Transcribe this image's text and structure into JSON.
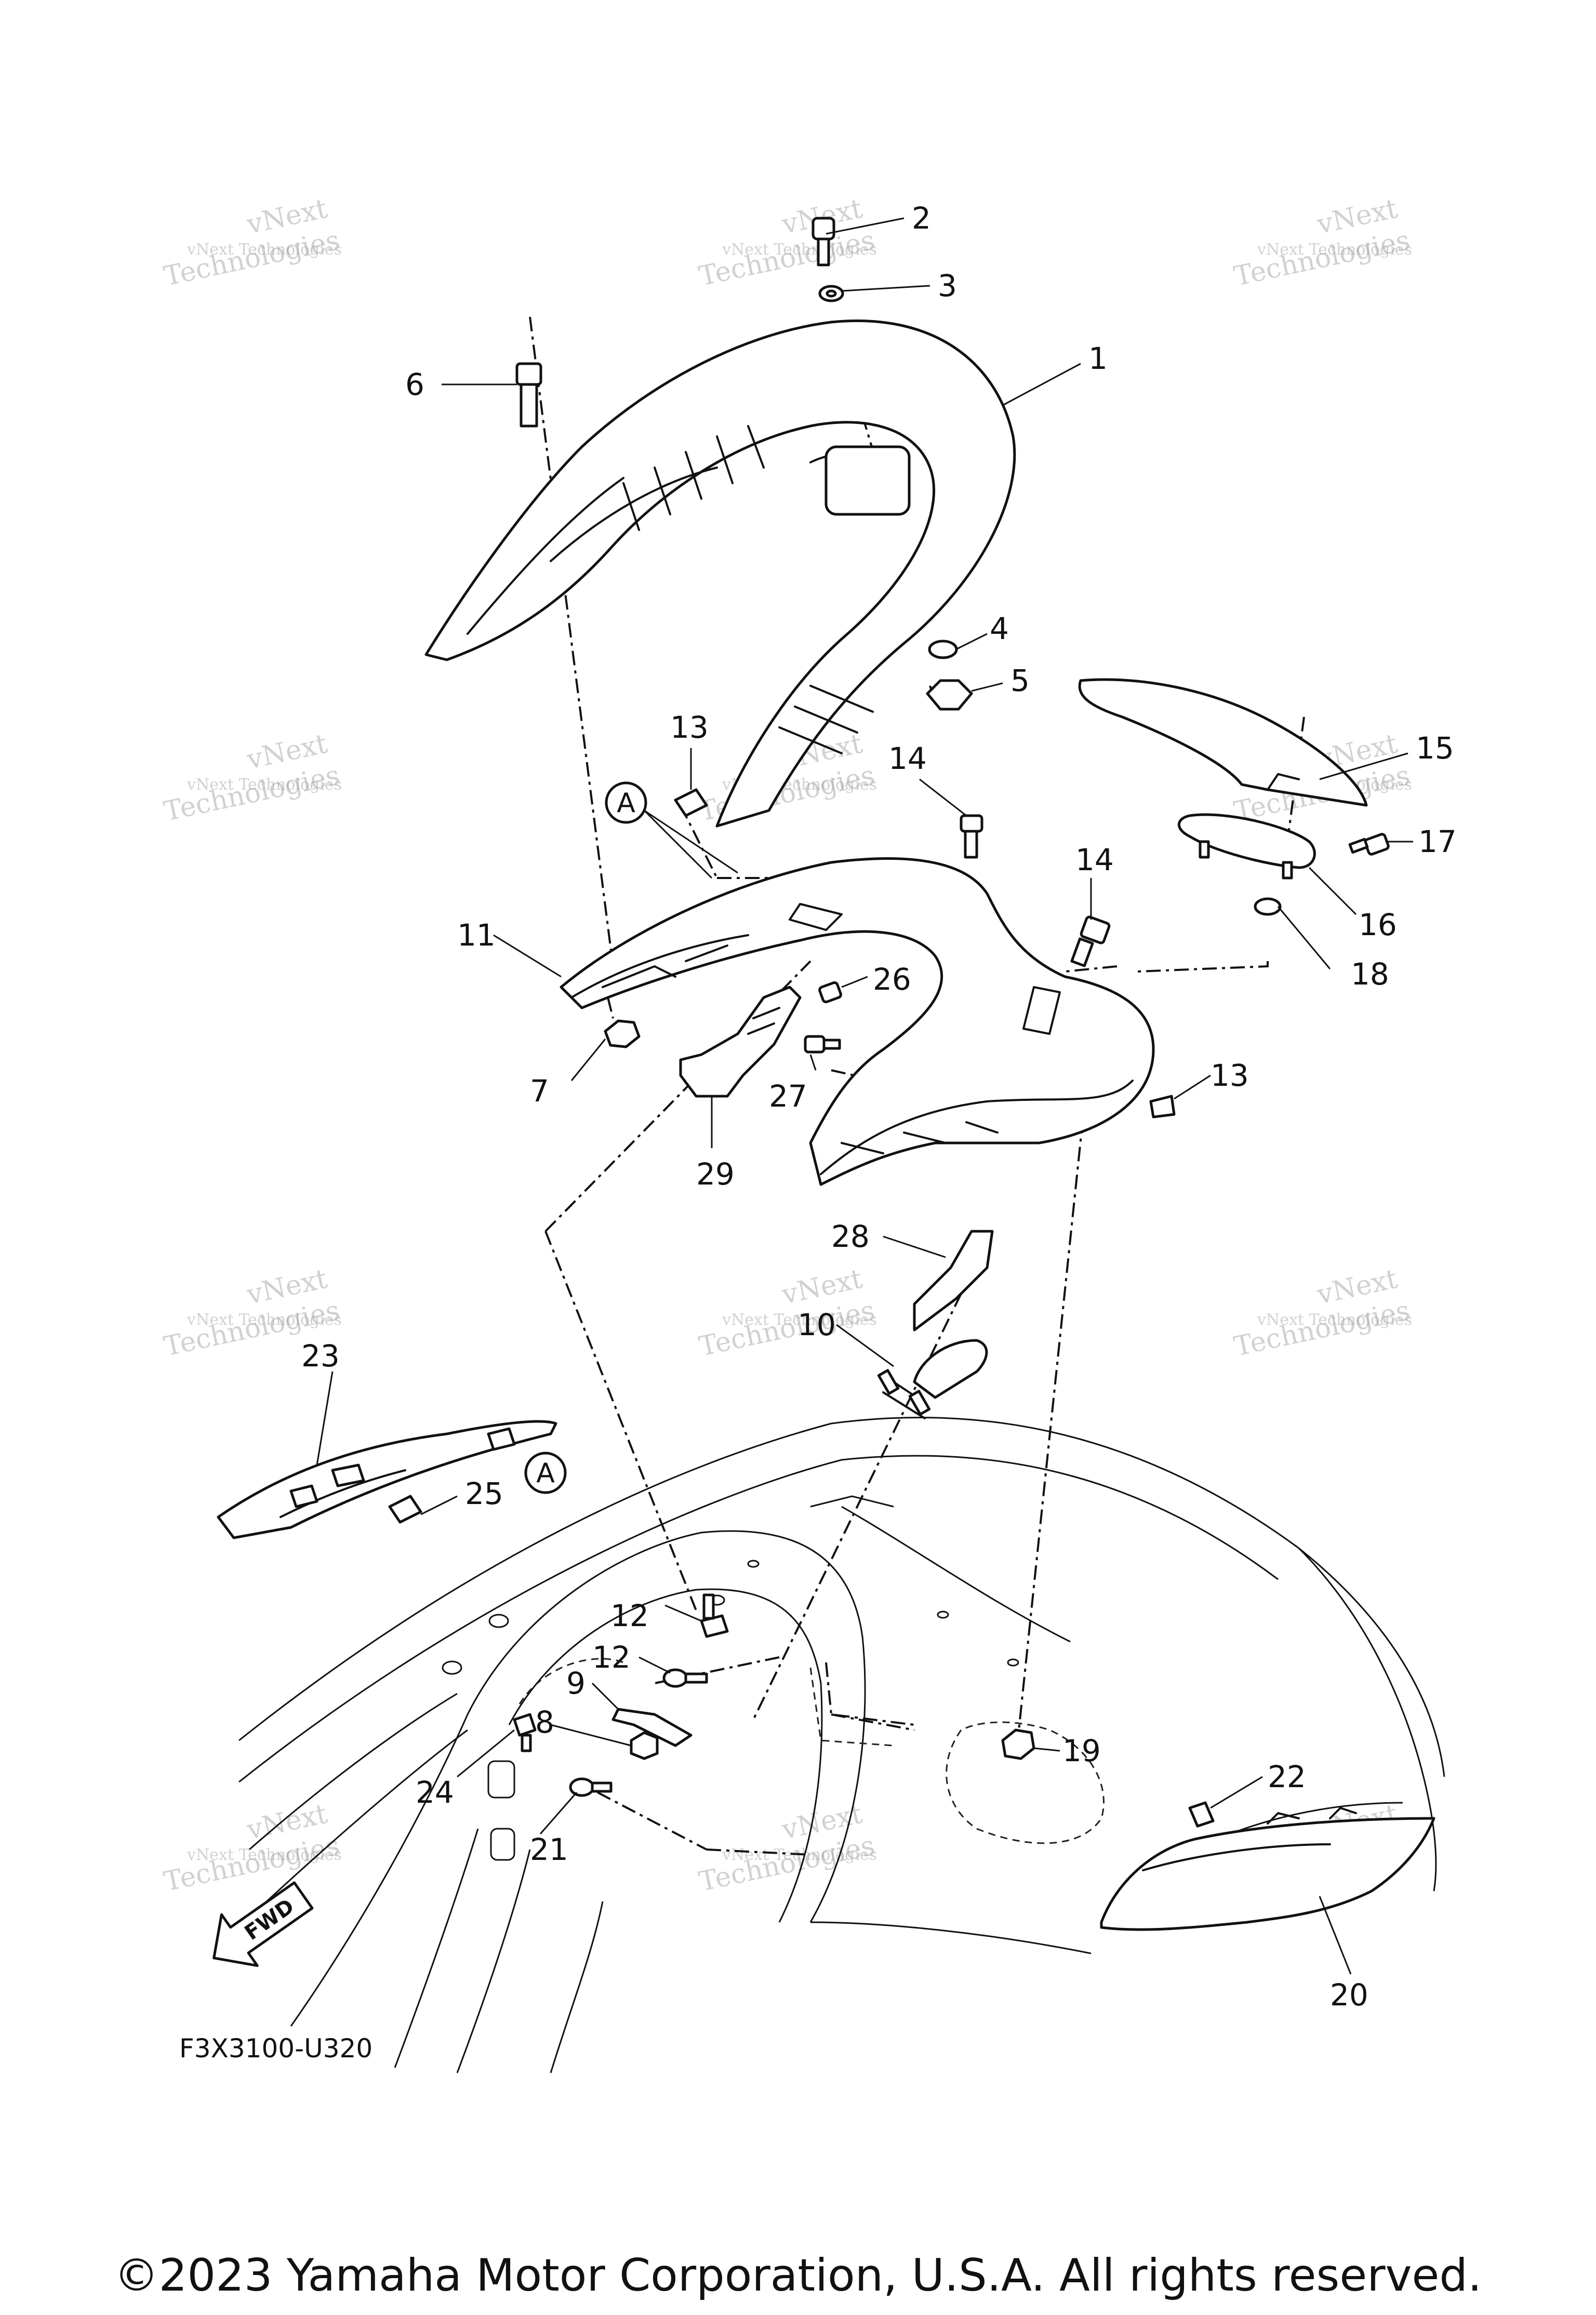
{
  "diagram_code": "F3X3100-U320",
  "copyright": "©2023 Yamaha Motor Corporation, U.S.A. All rights reserved.",
  "fwd_label": "FWD",
  "reference_mark": "A",
  "watermark": {
    "line1": "vNext Technologies",
    "line2": "vNext",
    "line3": "Technologies"
  },
  "callouts": {
    "p1": "1",
    "p2": "2",
    "p3": "3",
    "p4": "4",
    "p5": "5",
    "p6": "6",
    "p7": "7",
    "p8": "8",
    "p9": "9",
    "p10": "10",
    "p11": "11",
    "p12a": "12",
    "p12b": "12",
    "p13a": "13",
    "p13b": "13",
    "p14a": "14",
    "p14b": "14",
    "p15": "15",
    "p16": "16",
    "p17": "17",
    "p18": "18",
    "p19": "19",
    "p20": "20",
    "p21": "21",
    "p22": "22",
    "p23": "23",
    "p24": "24",
    "p25": "25",
    "p26": "26",
    "p27": "27",
    "p28": "28",
    "p29": "29"
  }
}
